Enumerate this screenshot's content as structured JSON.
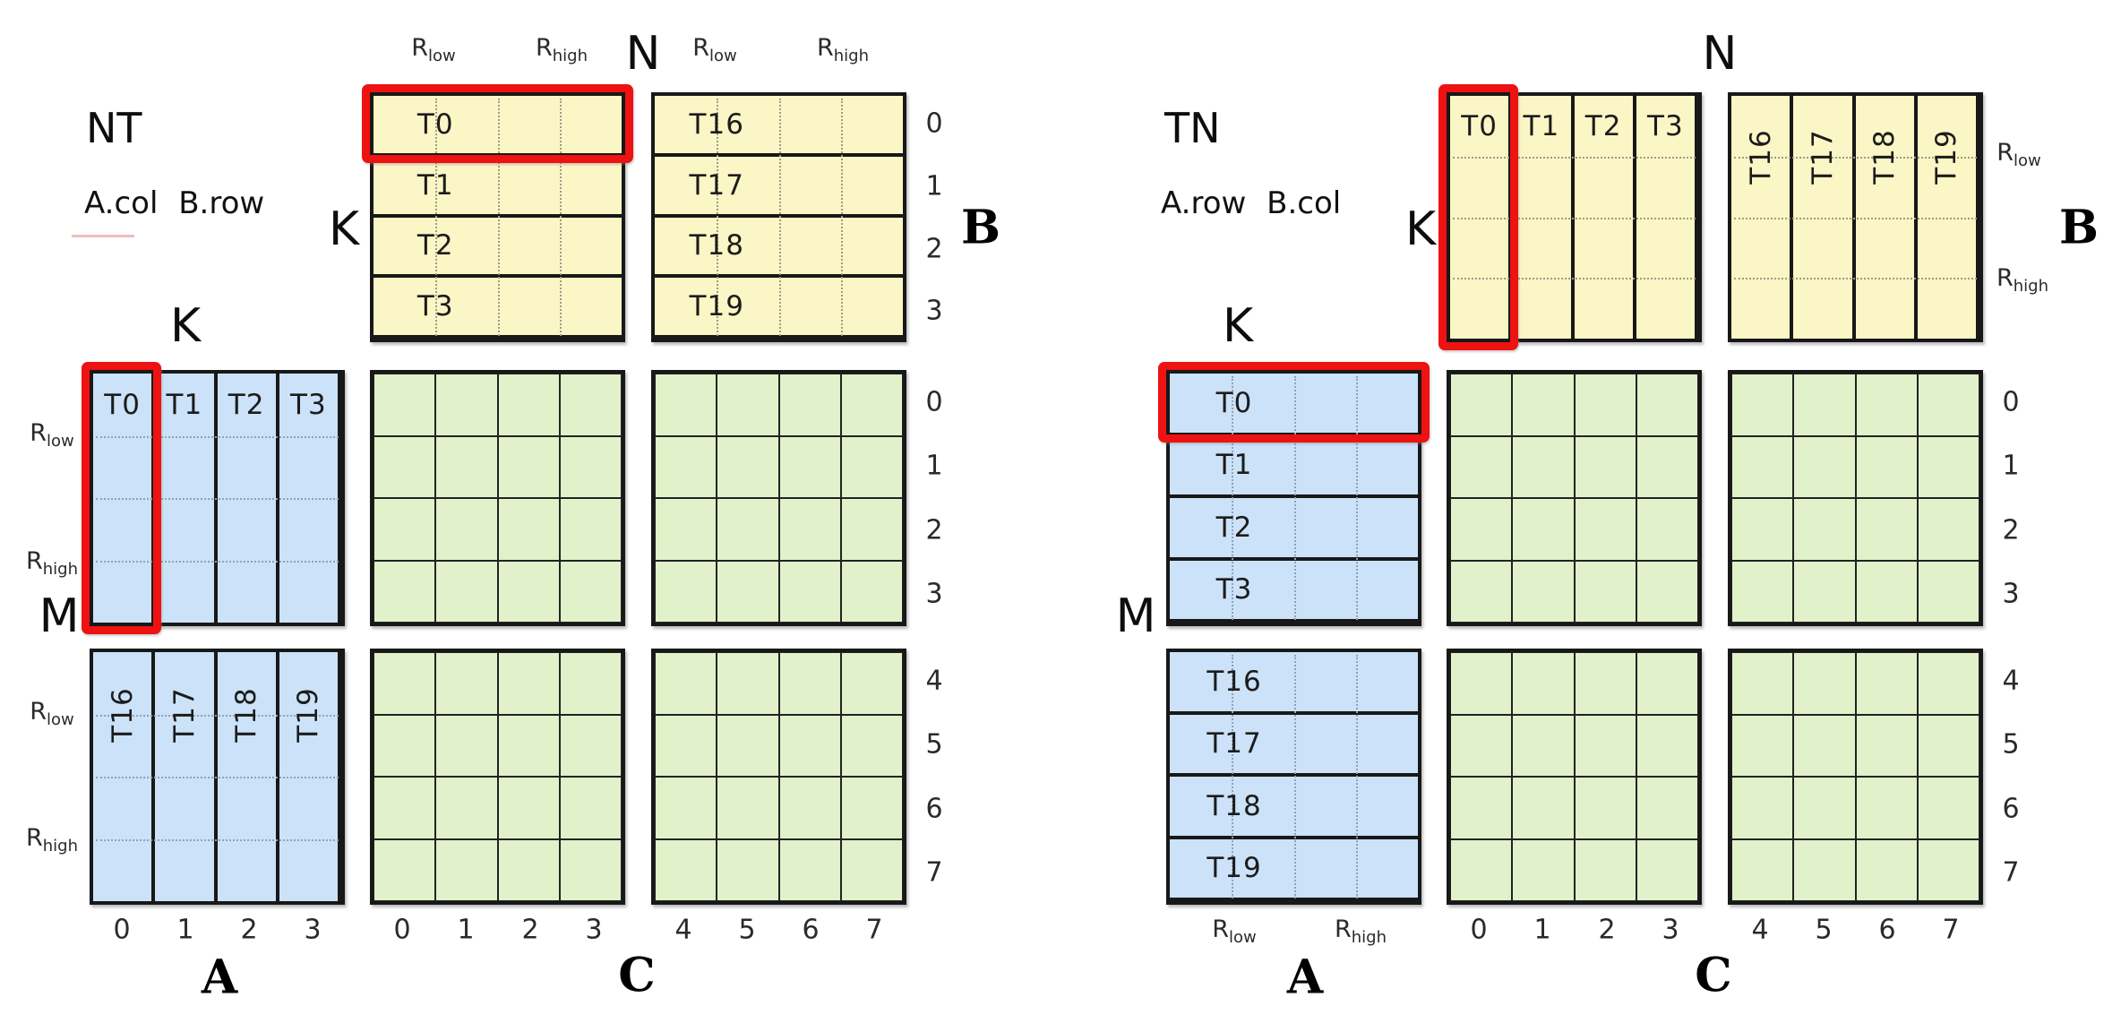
{
  "colors": {
    "matrix_a_fill": "#cbe2f8",
    "matrix_b_fill": "#fbf6c5",
    "matrix_c_fill": "#e1f1ca",
    "highlight_red": "#ee1212"
  },
  "shared": {
    "r_low_base": "R",
    "r_low_sub": "low",
    "r_high_base": "R",
    "r_high_sub": "high"
  },
  "left": {
    "title": "NT",
    "subtitle": "A.col B.row",
    "n_label": "N",
    "m_label": "M",
    "k_label_b": "K",
    "k_label_a": "K",
    "a_letter": "A",
    "b_letter": "B",
    "c_letter": "C",
    "b_block1_threads": [
      "T0",
      "T1",
      "T2",
      "T3"
    ],
    "b_block2_threads": [
      "T16",
      "T17",
      "T18",
      "T19"
    ],
    "a_block1_threads": [
      "T0",
      "T1",
      "T2",
      "T3"
    ],
    "a_block2_threads": [
      "T16",
      "T17",
      "T18",
      "T19"
    ],
    "b_row_indices": [
      "0",
      "1",
      "2",
      "3"
    ],
    "a_col_indices": [
      "0",
      "1",
      "2",
      "3"
    ],
    "c_row_indices": [
      "0",
      "1",
      "2",
      "3",
      "4",
      "5",
      "6",
      "7"
    ],
    "c_col_indices": [
      "0",
      "1",
      "2",
      "3",
      "4",
      "5",
      "6",
      "7"
    ]
  },
  "right": {
    "title": "TN",
    "subtitle": "A.row B.col",
    "n_label": "N",
    "m_label": "M",
    "k_label_b": "K",
    "k_label_a": "K",
    "a_letter": "A",
    "b_letter": "B",
    "c_letter": "C",
    "b_block1_threads": [
      "T0",
      "T1",
      "T2",
      "T3"
    ],
    "b_block2_threads": [
      "T16",
      "T17",
      "T18",
      "T19"
    ],
    "a_block1_threads": [
      "T0",
      "T1",
      "T2",
      "T3"
    ],
    "a_block2_threads": [
      "T16",
      "T17",
      "T18",
      "T19"
    ],
    "c_row_indices": [
      "0",
      "1",
      "2",
      "3",
      "4",
      "5",
      "6",
      "7"
    ],
    "c_col_indices": [
      "0",
      "1",
      "2",
      "3",
      "4",
      "5",
      "6",
      "7"
    ]
  }
}
